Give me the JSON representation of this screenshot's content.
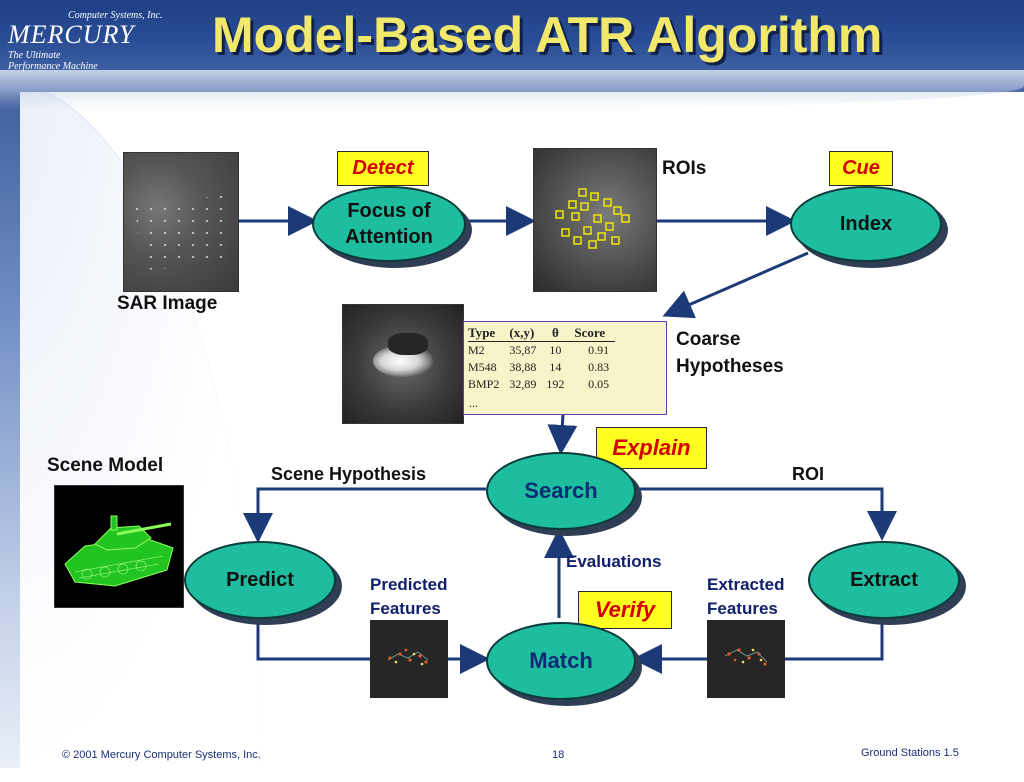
{
  "header": {
    "title": "Model-Based ATR Algorithm",
    "logo_company_line": "Computer Systems, Inc.",
    "logo_brand": "MERCURY",
    "logo_tagline_1": "The Ultimate",
    "logo_tagline_2": "Performance Machine"
  },
  "labels": {
    "sar_image": "SAR Image",
    "rois": "ROIs",
    "coarse_hypotheses_1": "Coarse",
    "coarse_hypotheses_2": "Hypotheses",
    "scene_model": "Scene Model",
    "scene_hypothesis": "Scene Hypothesis",
    "roi": "ROI",
    "evaluations": "Evaluations",
    "predicted_features_1": "Predicted",
    "predicted_features_2": "Features",
    "extracted_features_1": "Extracted",
    "extracted_features_2": "Features"
  },
  "nodes": {
    "focus_of_attention_1": "Focus of",
    "focus_of_attention_2": "Attention",
    "index": "Index",
    "search": "Search",
    "predict": "Predict",
    "extract": "Extract",
    "match": "Match"
  },
  "tags": {
    "detect": "Detect",
    "cue": "Cue",
    "explain": "Explain",
    "verify": "Verify"
  },
  "hypothesis_table": {
    "headers": [
      "Type",
      "(x,y)",
      "θ",
      "Score"
    ],
    "rows": [
      [
        "M2",
        "35,87",
        "10",
        "0.91"
      ],
      [
        "M548",
        "38,88",
        "14",
        "0.83"
      ],
      [
        "BMP2",
        "32,89",
        "192",
        "0.05"
      ]
    ],
    "more": "..."
  },
  "footer": {
    "copyright": "© 2001 Mercury Computer Systems, Inc.",
    "page": "18",
    "section": "Ground Stations 1.5"
  },
  "colors": {
    "oval_fill": "#1ebda0",
    "tag_fill": "#ffff22",
    "tag_text": "#d20000",
    "arrow": "#1d3a78",
    "title": "#f2e96c"
  }
}
